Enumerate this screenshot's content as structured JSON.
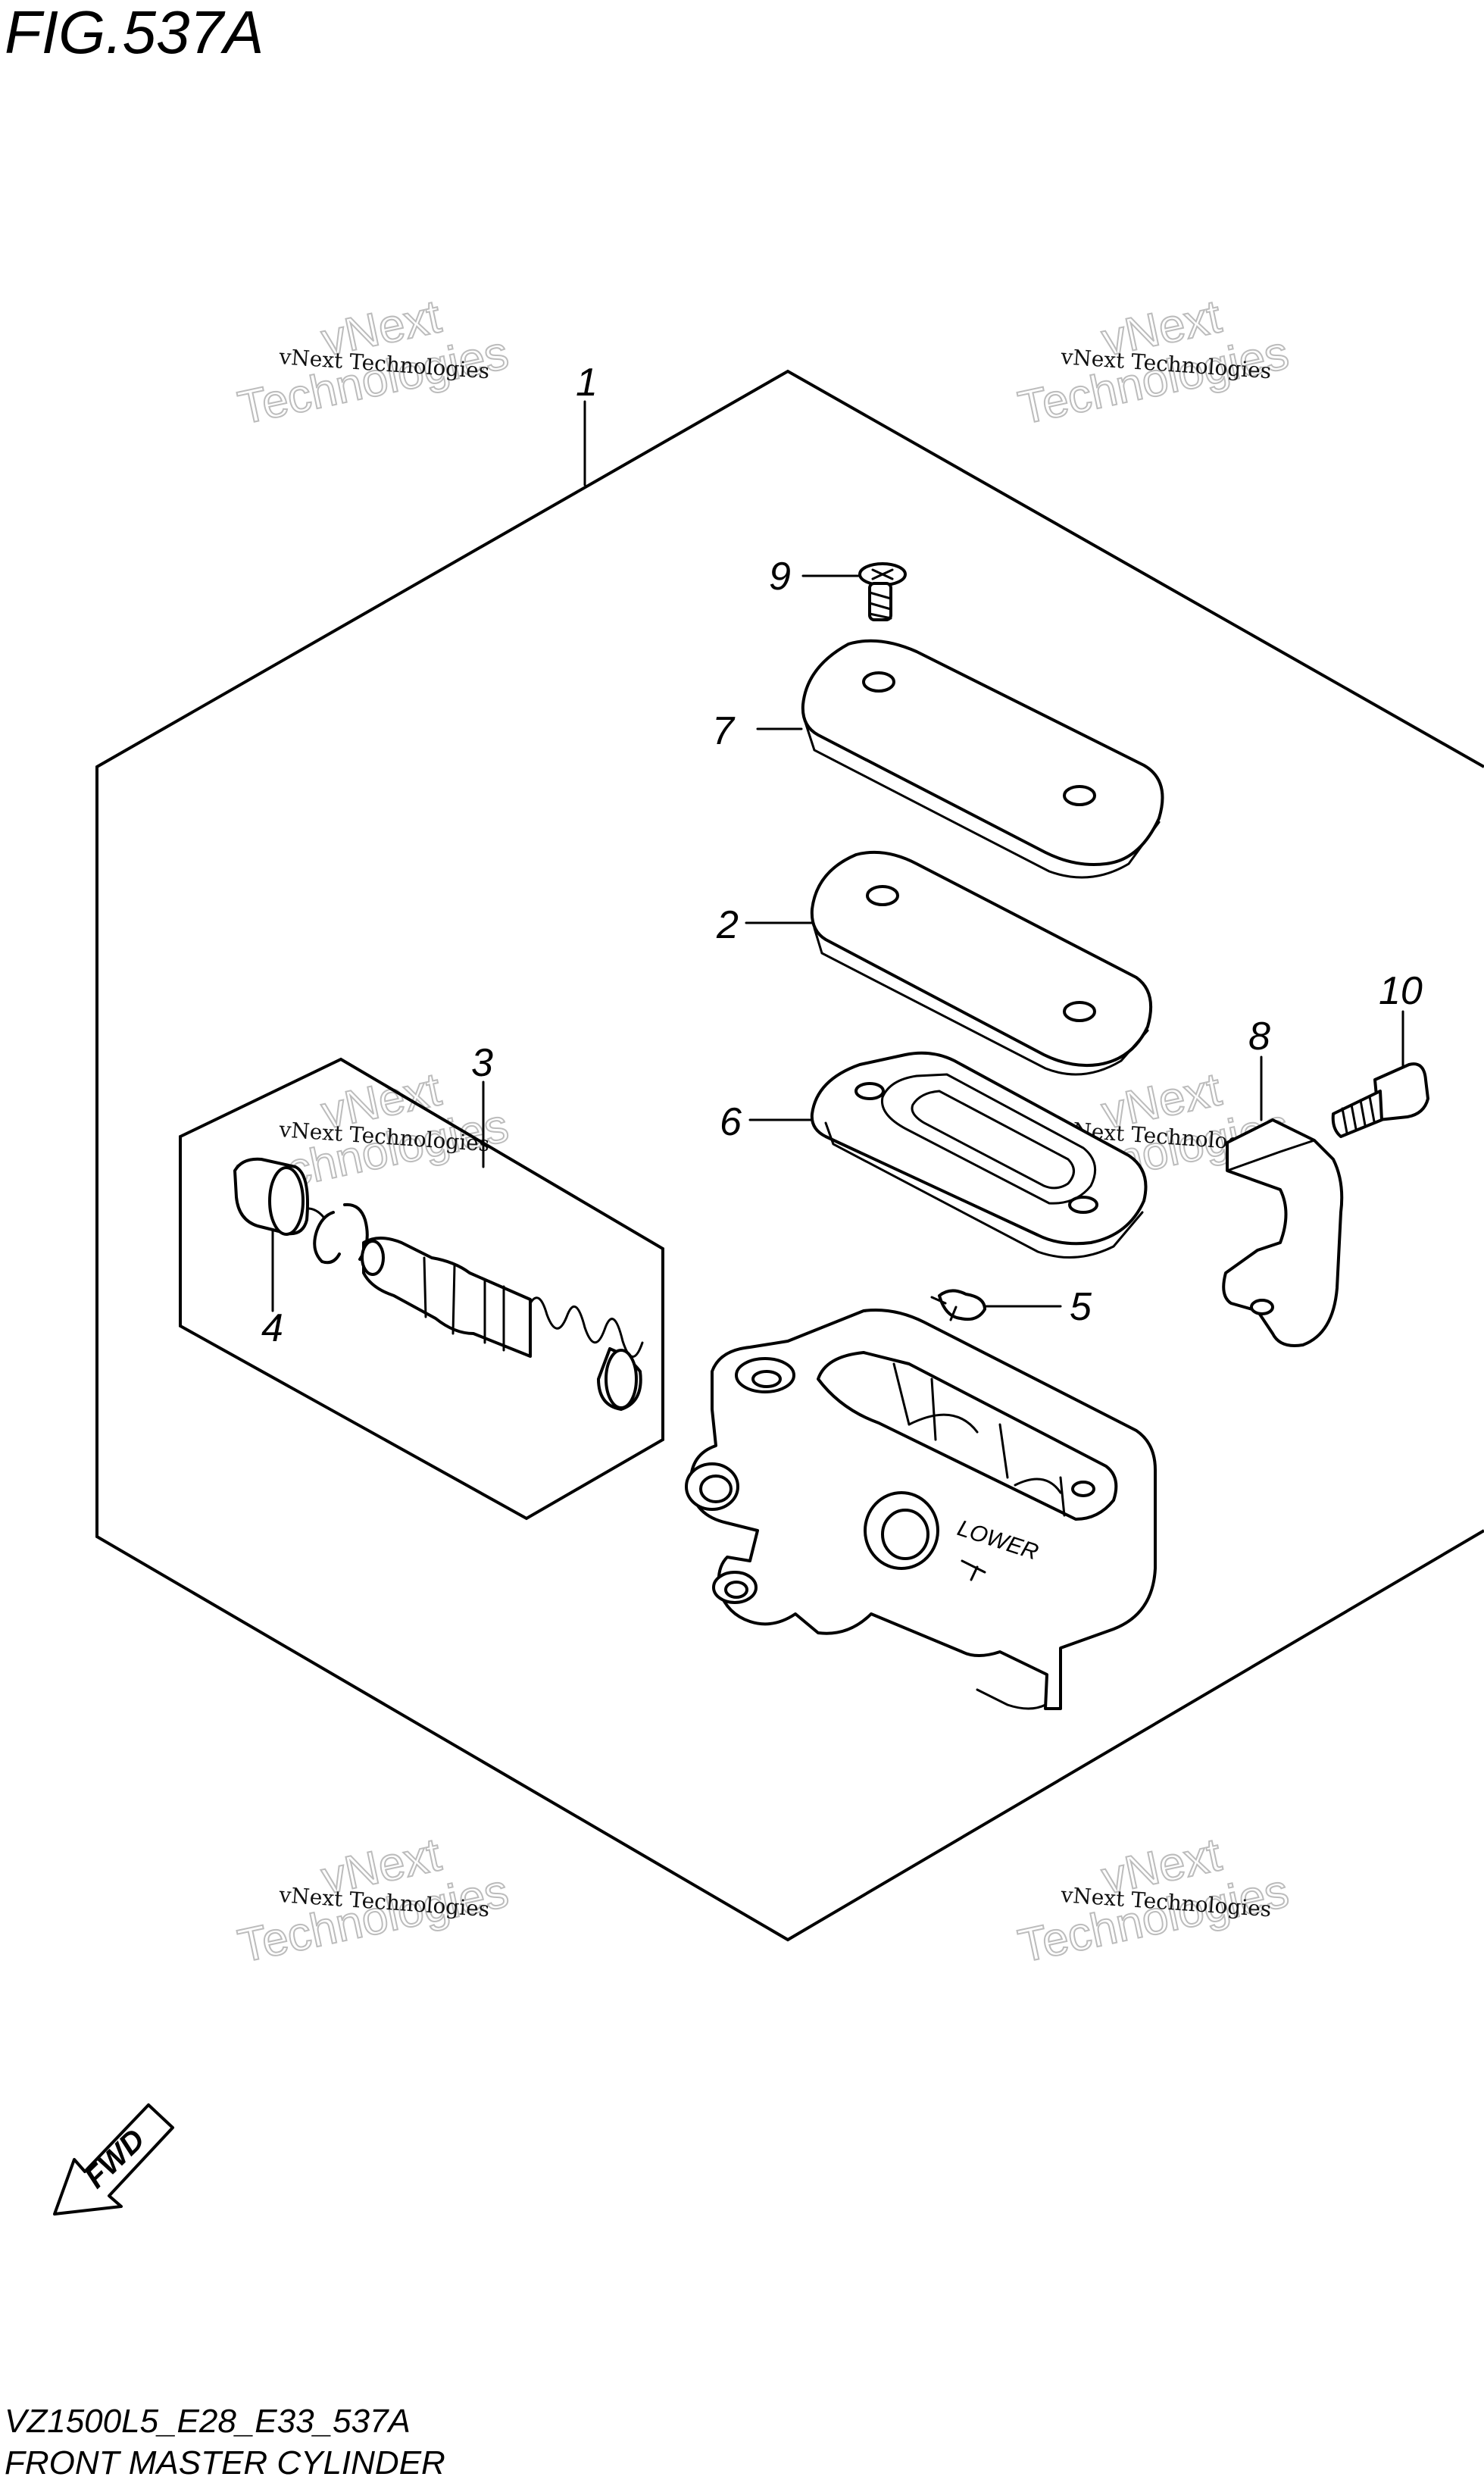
{
  "figure": {
    "title": "FIG.537A",
    "code": "VZ1500L5_E28_E33_537A",
    "name": "FRONT MASTER CYLINDER"
  },
  "callouts": [
    "1",
    "2",
    "3",
    "4",
    "5",
    "6",
    "7",
    "8",
    "9",
    "10"
  ],
  "direction_arrow": "FWD",
  "body_marking": "LOWER",
  "watermark": {
    "small": "vNext Technologies",
    "line1": "vNext",
    "line2": "Technologies"
  }
}
